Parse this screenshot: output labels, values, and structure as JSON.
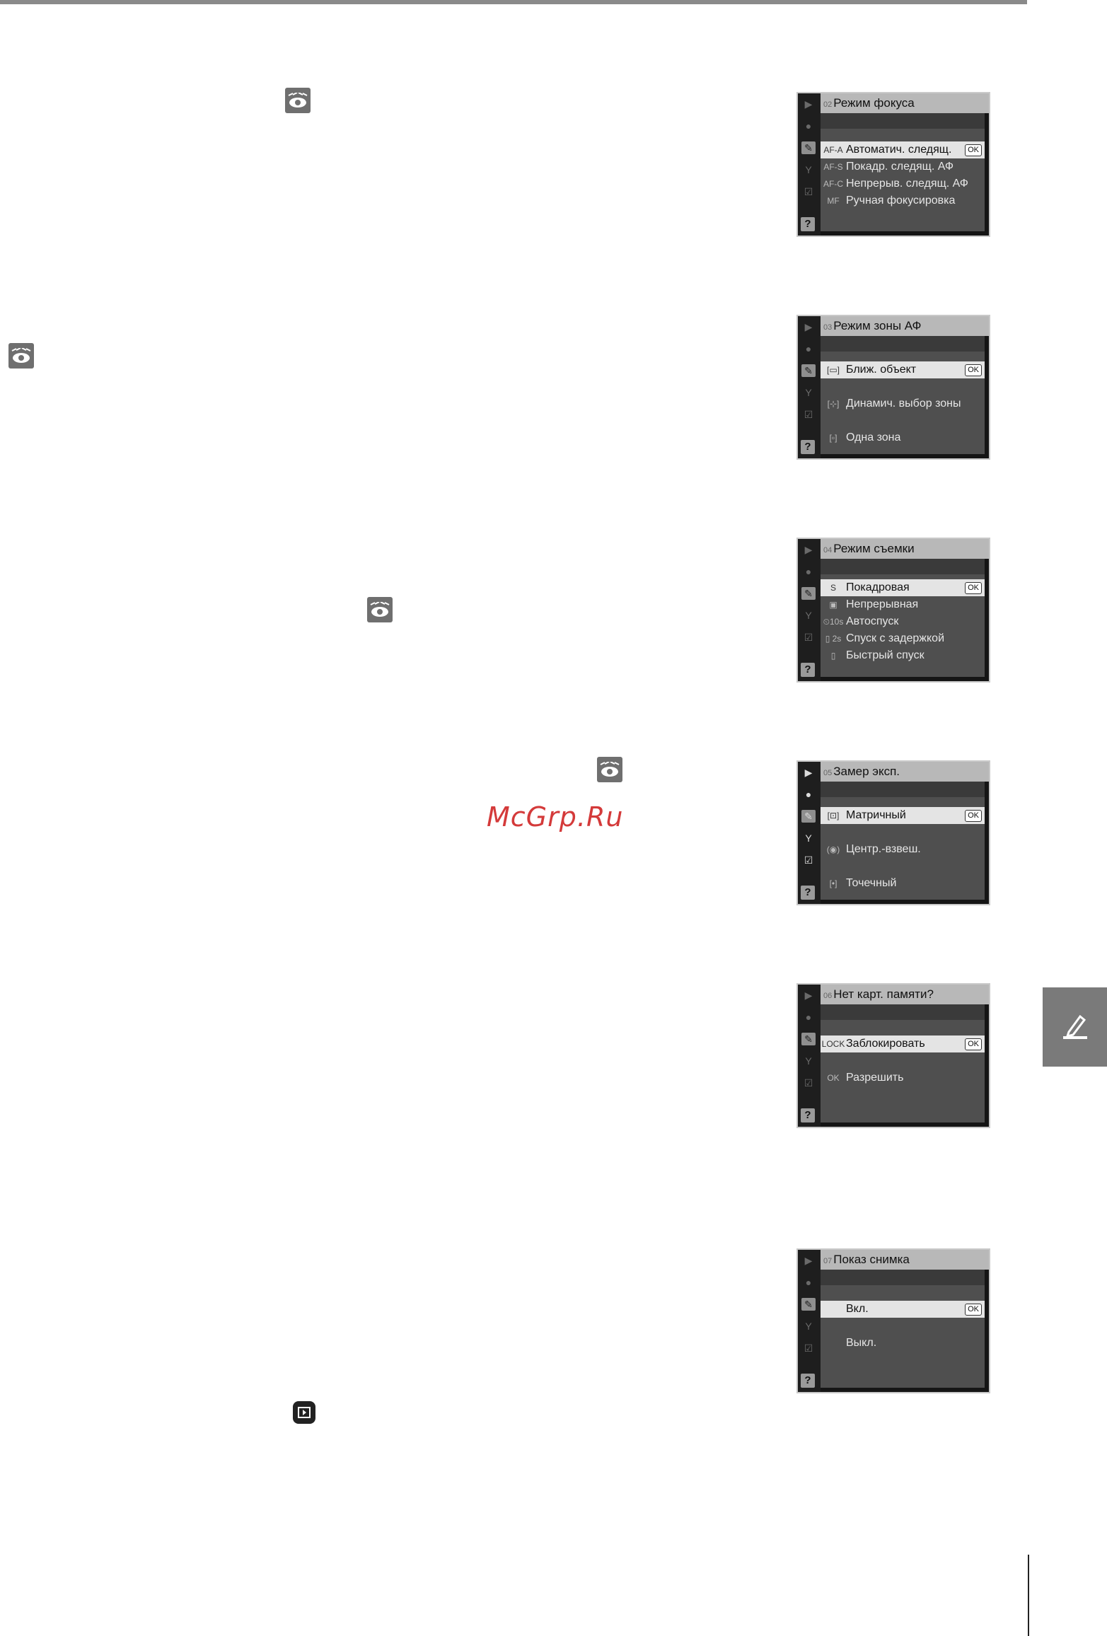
{
  "watermark": "McGrp.Ru",
  "screens": [
    {
      "num": "02",
      "title": "Режим фокуса",
      "rows": [
        {
          "icon": "AF-A",
          "label": "Автоматич. следящ.",
          "ok": "OK"
        },
        {
          "icon": "AF-S",
          "label": "Покадр. следящ. АФ"
        },
        {
          "icon": "AF-C",
          "label": "Непрерыв. следящ. АФ"
        },
        {
          "icon": "MF",
          "label": "Ручная фокусировка"
        }
      ]
    },
    {
      "num": "03",
      "title": "Режим зоны АФ",
      "rows": [
        {
          "icon": "[▭]",
          "label": "Ближ. объект",
          "ok": "OK"
        },
        {
          "icon": "[⊹]",
          "label": "Динамич. выбор зоны"
        },
        {
          "icon": "[▫]",
          "label": "Одна зона"
        }
      ]
    },
    {
      "num": "04",
      "title": "Режим съемки",
      "rows": [
        {
          "icon": "S",
          "label": "Покадровая",
          "ok": "OK"
        },
        {
          "icon": "▣",
          "label": "Непрерывная"
        },
        {
          "icon": "⏲10s",
          "label": "Автоспуск"
        },
        {
          "icon": "▯ 2s",
          "label": "Спуск с задержкой"
        },
        {
          "icon": "▯",
          "label": "Быстрый спуск"
        }
      ]
    },
    {
      "num": "05",
      "title": "Замер эксп.",
      "rows": [
        {
          "icon": "[⊡]",
          "label": "Матричный",
          "ok": "OK"
        },
        {
          "icon": "(◉)",
          "label": "Центр.-взвеш."
        },
        {
          "icon": "[•]",
          "label": "Точечный"
        }
      ]
    },
    {
      "num": "06",
      "title": "Нет карт. памяти?",
      "rows": [
        {
          "icon": "LOCK",
          "label": "Заблокировать",
          "ok": "OK"
        },
        {
          "icon": "OK",
          "label": "Разрешить"
        }
      ]
    },
    {
      "num": "07",
      "title": "Показ снимка",
      "rows": [
        {
          "icon": "",
          "label": "Вкл.",
          "ok": "OK"
        },
        {
          "icon": "",
          "label": "Выкл."
        }
      ]
    }
  ],
  "icons": {
    "eye": "eye-reference-icon",
    "tab": "pencil-setup-icon",
    "play": "playback-button-icon"
  },
  "colors": {
    "screen_bg": "#151515",
    "title_bar": "#b8b8b8",
    "selected_row": "#e4e4e4",
    "watermark": "#d43a3a",
    "tab": "#7a7a7a"
  }
}
